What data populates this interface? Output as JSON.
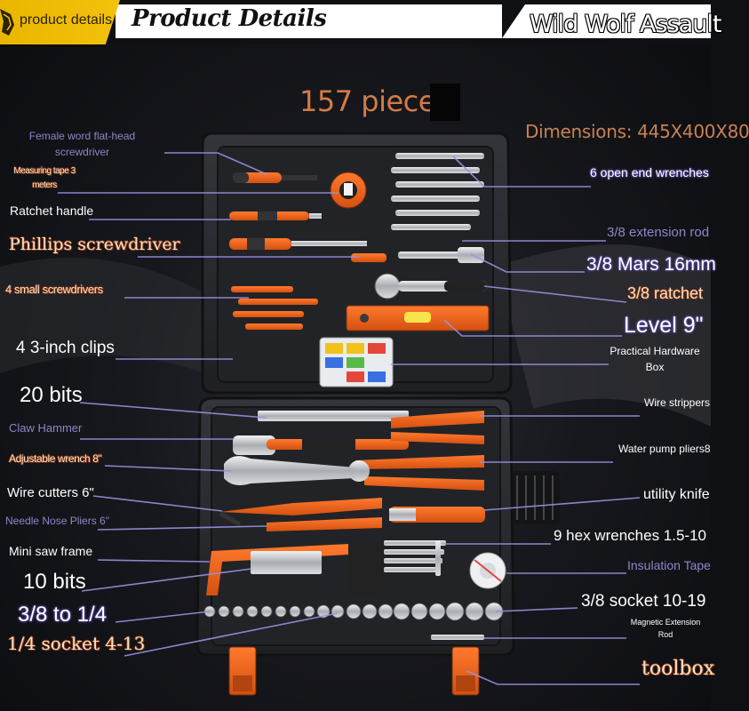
{
  "header": {
    "tag": "product details",
    "title": "Product Details",
    "brand": "Wild Wolf Assault"
  },
  "headline": {
    "count": "157 pieces",
    "dimensions": "Dimensions: 445X400X80"
  },
  "labels": {
    "flathead": "Female word flat-head screwdriver",
    "flathead_1": "Female word flat-head",
    "flathead_2": "screwdriver",
    "tape_1": "Measuring tape 3",
    "tape_2": "meters",
    "ratchet_handle": "Ratchet handle",
    "phillips": "Phillips screwdriver",
    "small_screwdrivers": "4 small screwdrivers",
    "clips": "4 3-inch clips",
    "bits20": "20 bits",
    "claw_hammer": "Claw Hammer",
    "adj_wrench": "Adjustable wrench 8\"",
    "wire_cutters": "Wire cutters 6\"",
    "needle_nose": "Needle Nose Pliers 6\"",
    "mini_saw": "Mini saw frame",
    "bits10": "10 bits",
    "adapter": "3/8 to 1/4",
    "socket14": "1/4 socket 4-13",
    "open_end": "6 open end wrenches",
    "ext_rod": "3/8 extension rod",
    "mars": "3/8 Mars 16mm",
    "ratchet38": "3/8 ratchet",
    "level": "Level 9\"",
    "hardware_1": "Practical Hardware",
    "hardware_2": "Box",
    "wire_strippers": "Wire strippers",
    "water_pump": "Water pump pliers8",
    "utility_knife": "utility knife",
    "hex": "9 hex wrenches 1.5-10",
    "insulation": "Insulation Tape",
    "socket38": "3/8 socket 10-19",
    "mag_1": "Magnetic Extension",
    "mag_2": "Rod",
    "toolbox": "toolbox"
  },
  "colors": {
    "case": "#2a2b30",
    "orange": "#e8601c",
    "label_violet": "#8d86c9",
    "title_orange": "#d17c45",
    "header_yellow": "#f3c20c"
  }
}
